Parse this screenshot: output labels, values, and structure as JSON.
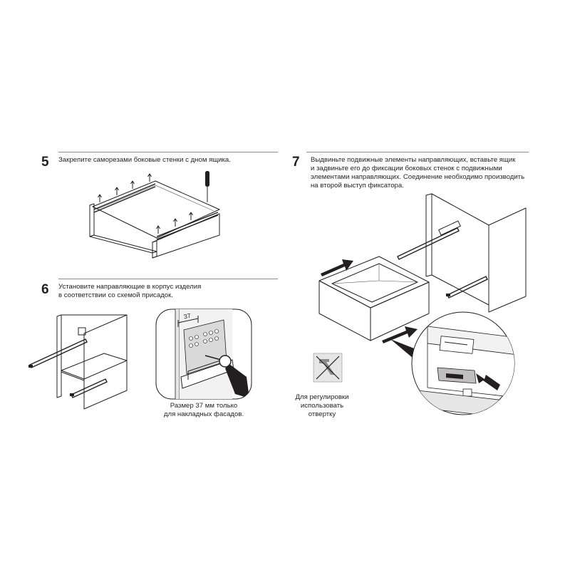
{
  "steps": [
    {
      "number": "5",
      "text": [
        "Закрепите саморезами боковые стенки с дном ящика."
      ]
    },
    {
      "number": "6",
      "text": [
        "Установите направляющие в корпус изделия",
        "в соответствии со схемой присадок."
      ]
    },
    {
      "number": "7",
      "text": [
        "Выдвиньте подвижные элементы направляющих, вставьте ящик",
        "и задвиньте его до фиксации боковых стенок с подвижными",
        "элементами направляющих. Соединение необходимо производить",
        "на второй выступ фиксатора."
      ]
    }
  ],
  "detail_dimension": "37",
  "captions": {
    "note_37": [
      "Размер 37 мм только",
      "для накладных фасадов."
    ],
    "screwdriver": [
      "Для регулировки",
      "использовать",
      "отвертку"
    ]
  },
  "icons": {
    "screwdriver_crossed": "screwdriver-crossed-icon",
    "push_arrow": "arrow-right-icon"
  },
  "colors": {
    "ink": "#231f20",
    "rule": "#8c8c8c",
    "panel_gray": "#d9d9d9"
  }
}
